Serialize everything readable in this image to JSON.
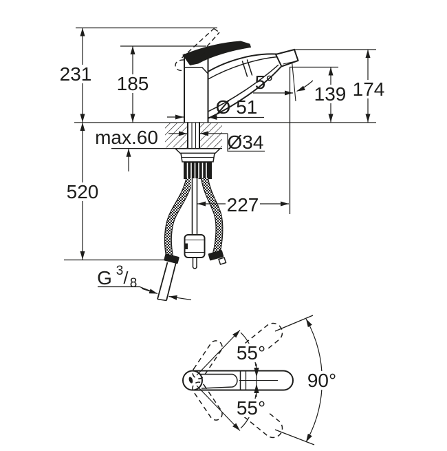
{
  "colors": {
    "line": "#1d1d1b",
    "background": "#ffffff"
  },
  "side_view": {
    "height_overall": "231",
    "height_to_handle": "185",
    "height_spout_top": "174",
    "height_outlet": "139",
    "outlet_angle": "5°",
    "base_diameter": "Ø 51",
    "max_deck_thickness": "max.60",
    "hole_diameter": "Ø34",
    "hose_drop": "520",
    "spout_reach": "227",
    "thread": {
      "g": "G",
      "numerator": "3",
      "slash": "/",
      "denominator": "8"
    }
  },
  "top_view": {
    "swivel_upper": "55°",
    "swivel_lower": "55°",
    "swivel_total": "90°"
  }
}
